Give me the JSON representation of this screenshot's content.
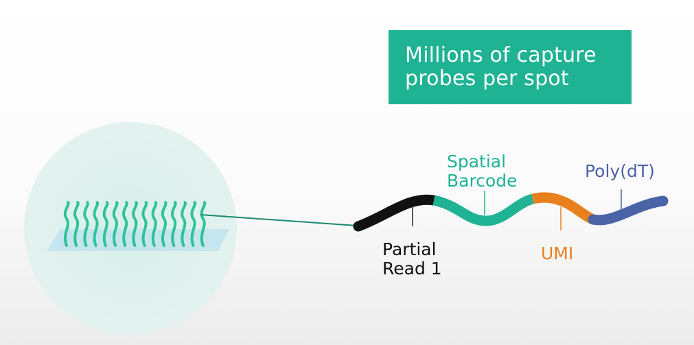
{
  "banner": {
    "line1": "Millions of capture",
    "line2": "probes per spot",
    "bg_color": "#1fb394"
  },
  "probe_segments": {
    "partial_read_1": {
      "line1": "Partial",
      "line2": "Read 1",
      "color": "#111111"
    },
    "spatial_barcode": {
      "line1": "Spatial",
      "line2": "Barcode",
      "color": "#1fb394"
    },
    "umi": {
      "label": "UMI",
      "color": "#e8801e"
    },
    "poly_dt": {
      "label": "Poly(dT)",
      "color": "#4a63a6"
    }
  },
  "spot": {
    "fill_color": "#dff0ec",
    "probe_color": "#2ec397",
    "slide_color": "#bfe3ee"
  }
}
